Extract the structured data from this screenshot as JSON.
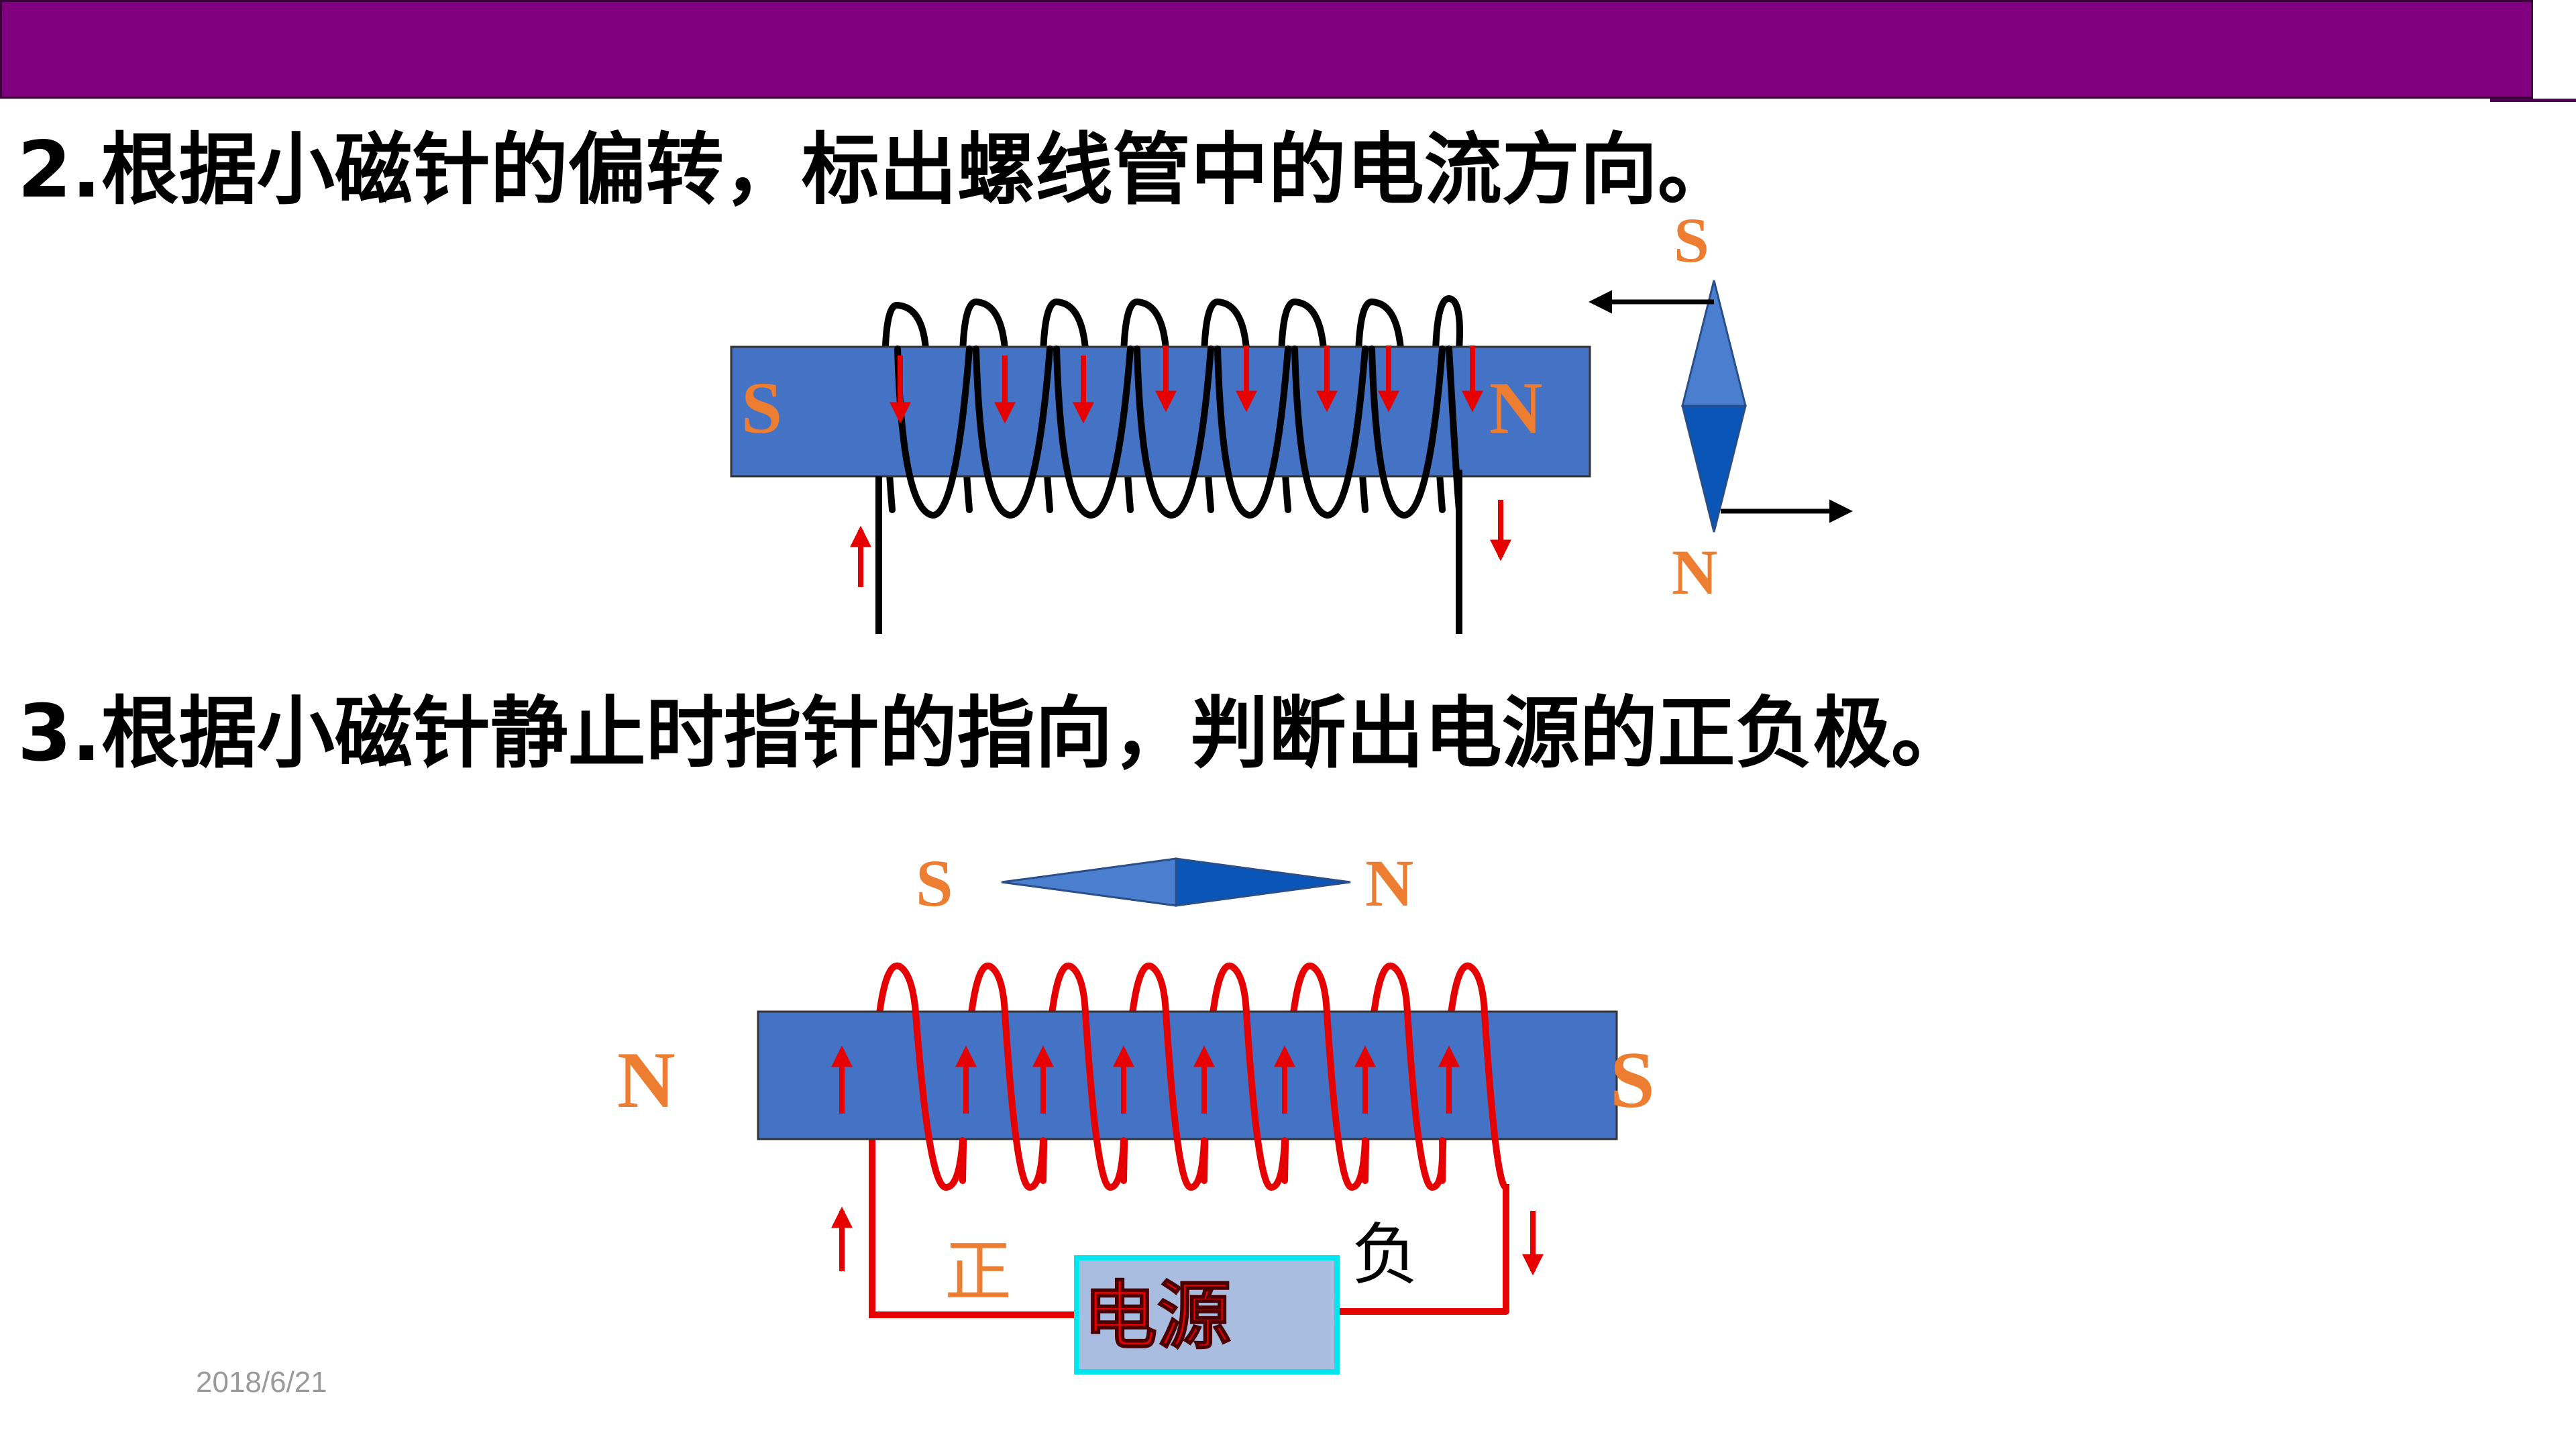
{
  "slide": {
    "q2": "2.根据小磁针的偏转，标出螺线管中的电流方向。",
    "q3": "3.根据小磁针静止时指针的指向，判断出电源的正负极。",
    "date": "2018/6/21"
  },
  "fig2": {
    "bar_left_pole": "S",
    "bar_right_pole": "N",
    "needle_top_pole": "S",
    "needle_bottom_pole": "N"
  },
  "fig3": {
    "needle_left_pole": "S",
    "needle_right_pole": "N",
    "bar_left_pole": "N",
    "bar_right_pole": "S",
    "positive_label": "正",
    "negative_label": "负",
    "power_label": "电源"
  },
  "colors": {
    "header": "#800080",
    "bar": "#4472c4",
    "pole_text": "#ed7d31",
    "current": "#e60000",
    "needle_light": "#4a7fd0",
    "needle_dark": "#0a55b8",
    "power_fill": "#a8bde0",
    "power_border": "#00e5ee"
  }
}
